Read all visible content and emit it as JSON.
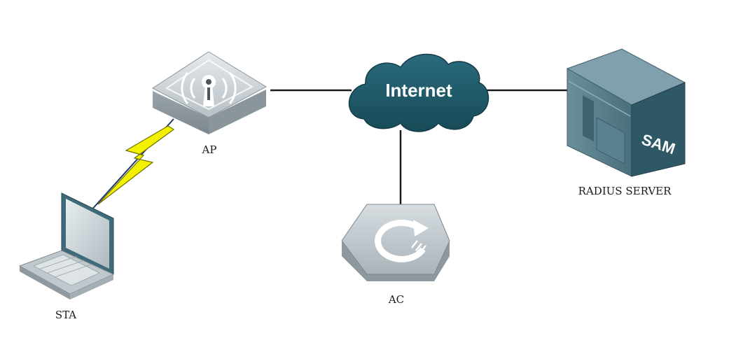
{
  "nodes": {
    "ap": {
      "label": "AP"
    },
    "internet": {
      "label": "Internet"
    },
    "radius_server": {
      "label": "RADIUS SERVER",
      "badge": "SAM"
    },
    "ac": {
      "label": "AC"
    },
    "sta": {
      "label": "STA"
    }
  },
  "links": [
    {
      "from": "ap",
      "to": "internet",
      "type": "wired"
    },
    {
      "from": "internet",
      "to": "radius_server",
      "type": "wired"
    },
    {
      "from": "internet",
      "to": "ac",
      "type": "wired"
    },
    {
      "from": "sta",
      "to": "ap",
      "type": "wireless"
    }
  ],
  "colors": {
    "cloud": "#1f5766",
    "server": "#4b7483",
    "device": "#bcc4ca",
    "wireless_bolt": "#f2f200",
    "line": "#1a1a1a"
  }
}
